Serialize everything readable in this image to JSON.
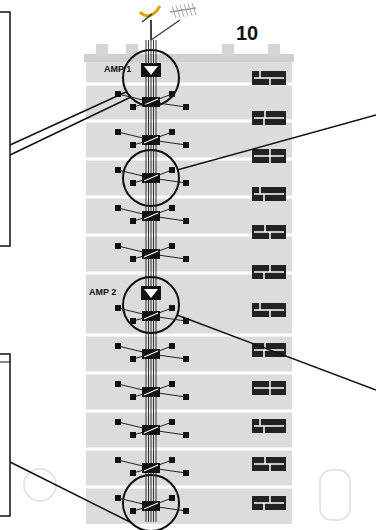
{
  "diagram": {
    "labels": [
      "AMP 1",
      "10",
      "AMP 2"
    ]
  }
}
